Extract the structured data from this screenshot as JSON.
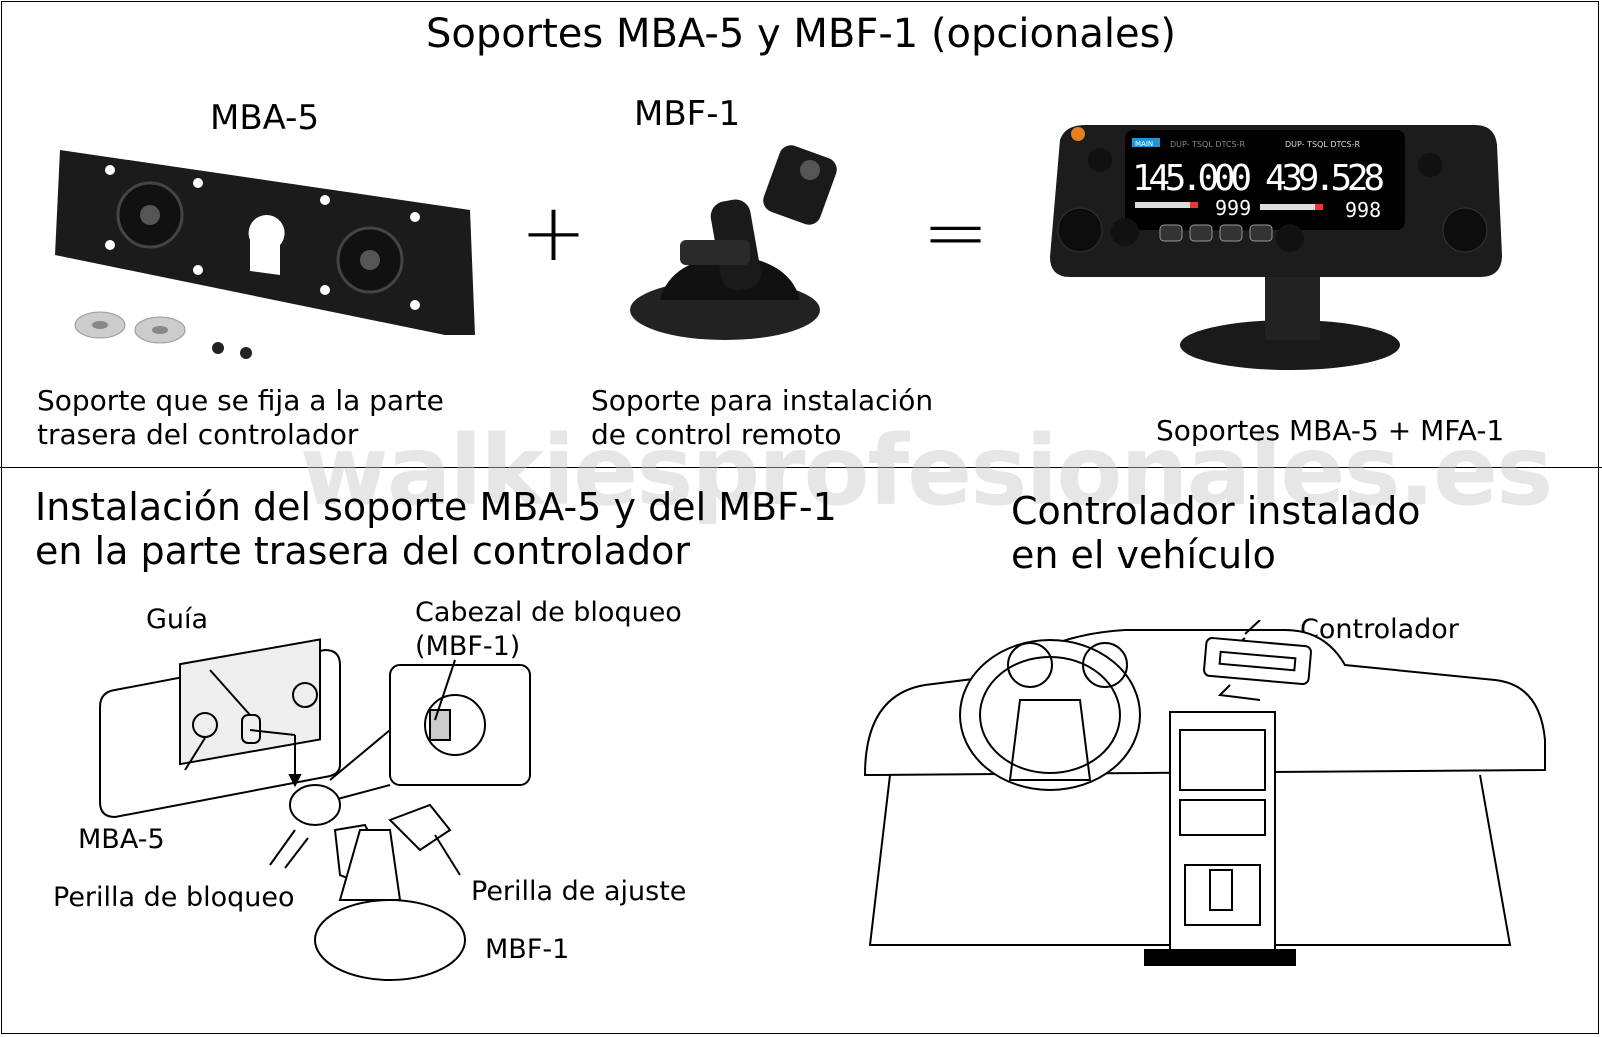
{
  "title": "Soportes MBA-5 y MBF-1 (opcionales)",
  "top": {
    "mba5": {
      "heading": "MBA-5",
      "caption_line1": "Soporte que se fija a la parte",
      "caption_line2": "trasera del controlador"
    },
    "plus": "+",
    "mbf1": {
      "heading": "MBF-1",
      "caption_line1": "Soporte para instalación",
      "caption_line2": "de control remoto"
    },
    "equals": "=",
    "combined": {
      "caption": "Soportes MBA-5 + MFA-1",
      "display": {
        "main_badge": "MAIN",
        "left_freq": "145.000",
        "right_freq": "439.528",
        "left_ch": "999",
        "right_ch": "998",
        "mode_left": "DUP- TSQL DTCS-R",
        "mode_right": "DUP- TSQL DTCS-R"
      }
    }
  },
  "watermark": "walkiesprofesionales.es",
  "bottom_left": {
    "heading_line1": "Instalación del soporte MBA-5 y del MBF-1",
    "heading_line2": "en la parte trasera del controlador",
    "labels": {
      "guia": "Guía",
      "cabezal_line1": "Cabezal de bloqueo",
      "cabezal_line2": "(MBF-1)",
      "mba5": "MBA-5",
      "perilla_bloqueo": "Perilla de bloqueo",
      "perilla_ajuste": "Perilla de ajuste",
      "mbf1": "MBF-1"
    }
  },
  "bottom_right": {
    "heading_line1": "Controlador instalado",
    "heading_line2": "en el vehículo",
    "label_controlador": "Controlador"
  }
}
